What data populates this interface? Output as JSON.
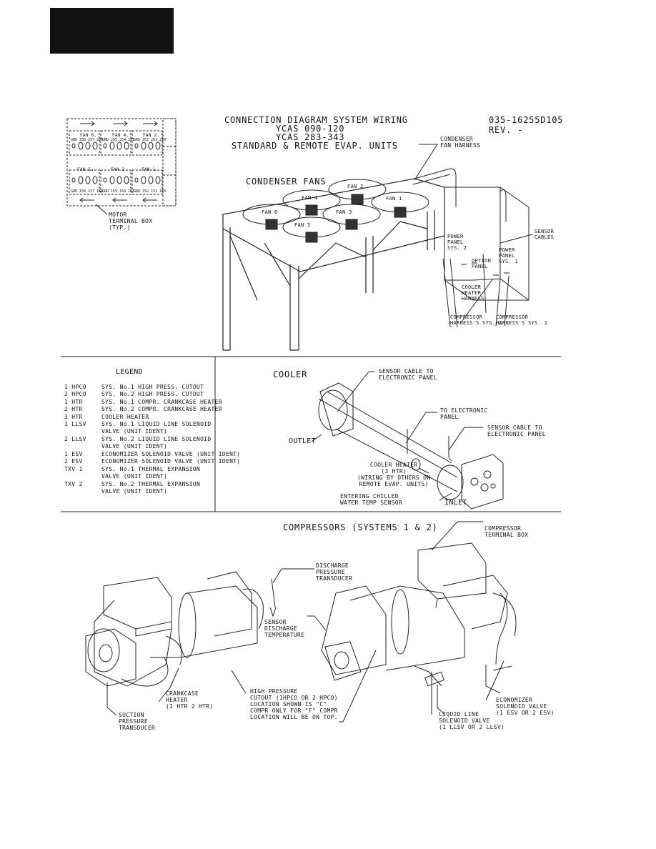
{
  "title": {
    "line1": "CONNECTION DIAGRAM SYSTEM WIRING",
    "line2": "YCAS 090-120",
    "line3": "YCAS 283-343",
    "line4": "STANDARD & REMOTE EVAP. UNITS"
  },
  "doc": {
    "number": "035-16255D105",
    "rev": "REV. -"
  },
  "terminal_box": {
    "fans_top": [
      "FAN 6.",
      "FAN 4.",
      "FAN 2."
    ],
    "fans_bottom": [
      "FAN 5.",
      "FAN 3",
      "FAN 1"
    ],
    "nums_top1": "GRD 258 257 256",
    "nums_top2": "GRD 255 254 253",
    "nums_top3": "GRD 252 251 250",
    "nums_bot1": "GRD 158 157 156",
    "nums_bot2": "GRD 155 154 153",
    "nums_bot3": "GRD 152 151 150",
    "callout": "MOTOR\nTERMINAL BOX\n(TYP.)"
  },
  "condenser": {
    "heading": "CONDENSER FANS",
    "fans": [
      "FAN 2",
      "FAN 4",
      "FAN 1",
      "FAN 6",
      "FAN 3",
      "FAN 5"
    ],
    "labels": {
      "fan_harness": "CONDENSER\nFAN HARNESS",
      "sensor_cables": "SENSOR\nCABLES",
      "power_panel_2": "POWER\nPANEL\nSYS. 2",
      "power_panel_1": "POWER\nPANEL\nSYS. 1",
      "option_panel": "OPTION\nPANEL",
      "cooler_heater_harness": "COOLER\nHEATER\nHARNESS",
      "comp_harness_2": "COMPRESSOR\nHARNESS'S SYS. 2",
      "comp_harness_1": "COMPRESSOR\nHARNESS'S SYS. 1"
    }
  },
  "legend": {
    "heading": "LEGEND",
    "rows": [
      {
        "code": "1 HPCO",
        "desc": "SYS. No.1 HIGH PRESS. CUTOUT"
      },
      {
        "code": "2 HPCO",
        "desc": "SYS. No.2 HIGH PRESS. CUTOUT"
      },
      {
        "code": "1 HTR",
        "desc": "SYS. No.1 COMPR. CRANKCASE HEATER"
      },
      {
        "code": "2 HTR",
        "desc": "SYS. No.2 COMPR. CRANKCASE HEATER"
      },
      {
        "code": "3 HTR",
        "desc": "COOLER HEATER"
      },
      {
        "code": "1 LLSV",
        "desc": "SYS. No.1 LIQUID LINE SOLENOID"
      },
      {
        "code": "",
        "desc": "VALVE (UNIT IDENT)"
      },
      {
        "code": "2 LLSV",
        "desc": "SYS. No.2 LIQUID LINE SOLENOID"
      },
      {
        "code": "",
        "desc": "VALVE (UNIT IDENT)"
      },
      {
        "code": "1 ESV",
        "desc": "ECONOMIZER SOLENOID VALVE (UNIT IDENT)"
      },
      {
        "code": "2 ESV",
        "desc": "ECONOMIZER SOLENOID VALVE (UNIT IDENT)"
      },
      {
        "code": "TXV 1",
        "desc": "SYS. No.1 THERMAL EXPANSION"
      },
      {
        "code": "",
        "desc": "VALVE (UNIT IDENT)"
      },
      {
        "code": "TXV 2",
        "desc": "SYS. No.2 THERMAL EXPANSION"
      },
      {
        "code": "",
        "desc": "VALVE (UNIT IDENT)"
      }
    ]
  },
  "cooler": {
    "heading": "COOLER",
    "sensor_cable_1": "SENSOR CABLE TO\nELECTRONIC PANEL",
    "to_panel": "TO ELECTRONIC\nPANEL",
    "sensor_cable_2": "SENSOR CABLE TO\nELECTRONIC PANEL",
    "outlet": "OUTLET",
    "heater": "COOLER HEATER\n(3 HTR)\n(WIRING BY OTHERS ON\nREMOTE EVAP. UNITS)",
    "entering": "ENTERING CHILLED\nWATER TEMP SENSOR",
    "inlet": "INLET"
  },
  "compressors": {
    "heading": "COMPRESSORS (SYSTEMS 1 & 2)",
    "terminal_box": "COMPRESSOR\nTERMINAL BOX",
    "discharge_pt": "DISCHARGE\nPRESSURE\nTRANSDUCER",
    "sensor_temp": "SENSOR\nDISCHARGE\nTEMPERATURE",
    "crankcase": "CRANKCASE\nHEATER\n(1 HTR 2 HTR)",
    "hpco": "HIGH PRESSURE\nCUTOUT (1HPCO OR 2 HPCO)\nLOCATION SHOWN IS \"C\"\nCOMPR ONLY FOR \"F\" COMPR\nLOCATION WILL BE ON TOP.",
    "suction": "SUCTION\nPRESSURE\nTRANSDUCER",
    "llsv": "LIQUID LINE\nSOLENOID VALVE\n(1 LLSV OR 2 LLSV)",
    "esv": "ECONOMIZER\nSOLENOID VALVE\n(1 ESV OR 2 ESV)"
  }
}
